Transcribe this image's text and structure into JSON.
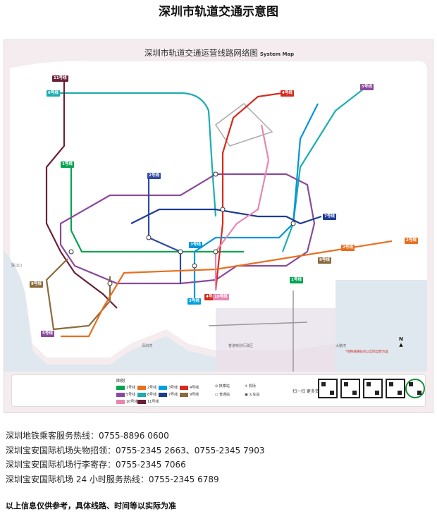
{
  "page": {
    "title": "深圳市轨道交通示意图"
  },
  "map": {
    "heading_zh": "深圳市轨道交通运营线路网络图",
    "heading_en": "System Map",
    "areas": {
      "pearl_river": "珠江口",
      "shenzhen_bay": "深圳湾",
      "hk": "香港特别行政区",
      "dapeng_bay": "大鹏湾"
    },
    "line_badges": [
      {
        "text": "11号线",
        "color": "#6b2137"
      },
      {
        "text": "6号线",
        "color": "#1dadb0"
      },
      {
        "text": "4号线",
        "color": "#d52b1e"
      },
      {
        "text": "5号线",
        "color": "#8a4a9c"
      },
      {
        "text": "1号线",
        "color": "#00a44f"
      },
      {
        "text": "2号线",
        "color": "#2f4aa0"
      },
      {
        "text": "7号线",
        "color": "#1e3c96"
      },
      {
        "text": "3号线",
        "color": "#0095d8"
      },
      {
        "text": "9号线",
        "color": "#8b6b3c"
      },
      {
        "text": "2号线",
        "color": "#e86f1f"
      },
      {
        "text": "3号线",
        "color": "#00a0e0"
      },
      {
        "text": "4号线",
        "color": "#d52b1e"
      },
      {
        "text": "10号线",
        "color": "#e886b0"
      },
      {
        "text": "5号线",
        "color": "#8a4a9c"
      },
      {
        "text": "9号线",
        "color": "#8b6b3c"
      },
      {
        "text": "1号线",
        "color": "#00a44f"
      },
      {
        "text": "2号线",
        "color": "#e86f1f"
      }
    ],
    "legend": {
      "title": "图例",
      "items": [
        {
          "label": "1号线",
          "color": "#00a44f"
        },
        {
          "label": "2号线",
          "color": "#e86f1f"
        },
        {
          "label": "3号线",
          "color": "#00a0e0"
        },
        {
          "label": "4号线",
          "color": "#d52b1e"
        },
        {
          "label": "5号线",
          "color": "#8a4a9c"
        },
        {
          "label": "6号线",
          "color": "#1dadb0"
        },
        {
          "label": "7号线",
          "color": "#1e3c96"
        },
        {
          "label": "9号线",
          "color": "#8b6b3c"
        },
        {
          "label": "10号线",
          "color": "#e886b0"
        },
        {
          "label": "11号线",
          "color": "#6b2137"
        }
      ],
      "symbols": [
        "换乘站",
        "普通站",
        "机场",
        "火车站"
      ],
      "scan_hint": "扫一扫 更多资讯"
    },
    "north": "N",
    "notice": "*地铁线路站点以实际运营为准"
  },
  "info": {
    "lines": [
      "深圳地铁乘客服务热线：0755-8896 0600",
      "深圳宝安国际机场失物招领：0755-2345 2663、0755-2345 7903",
      "深圳宝安国际机场行李寄存：0755-2345 7066",
      "深圳宝安国际机场 24 小时服务热线：0755-2345 6789"
    ]
  },
  "disclaimer": "以上信息仅供参考，具体线路、时间等以实际为准"
}
